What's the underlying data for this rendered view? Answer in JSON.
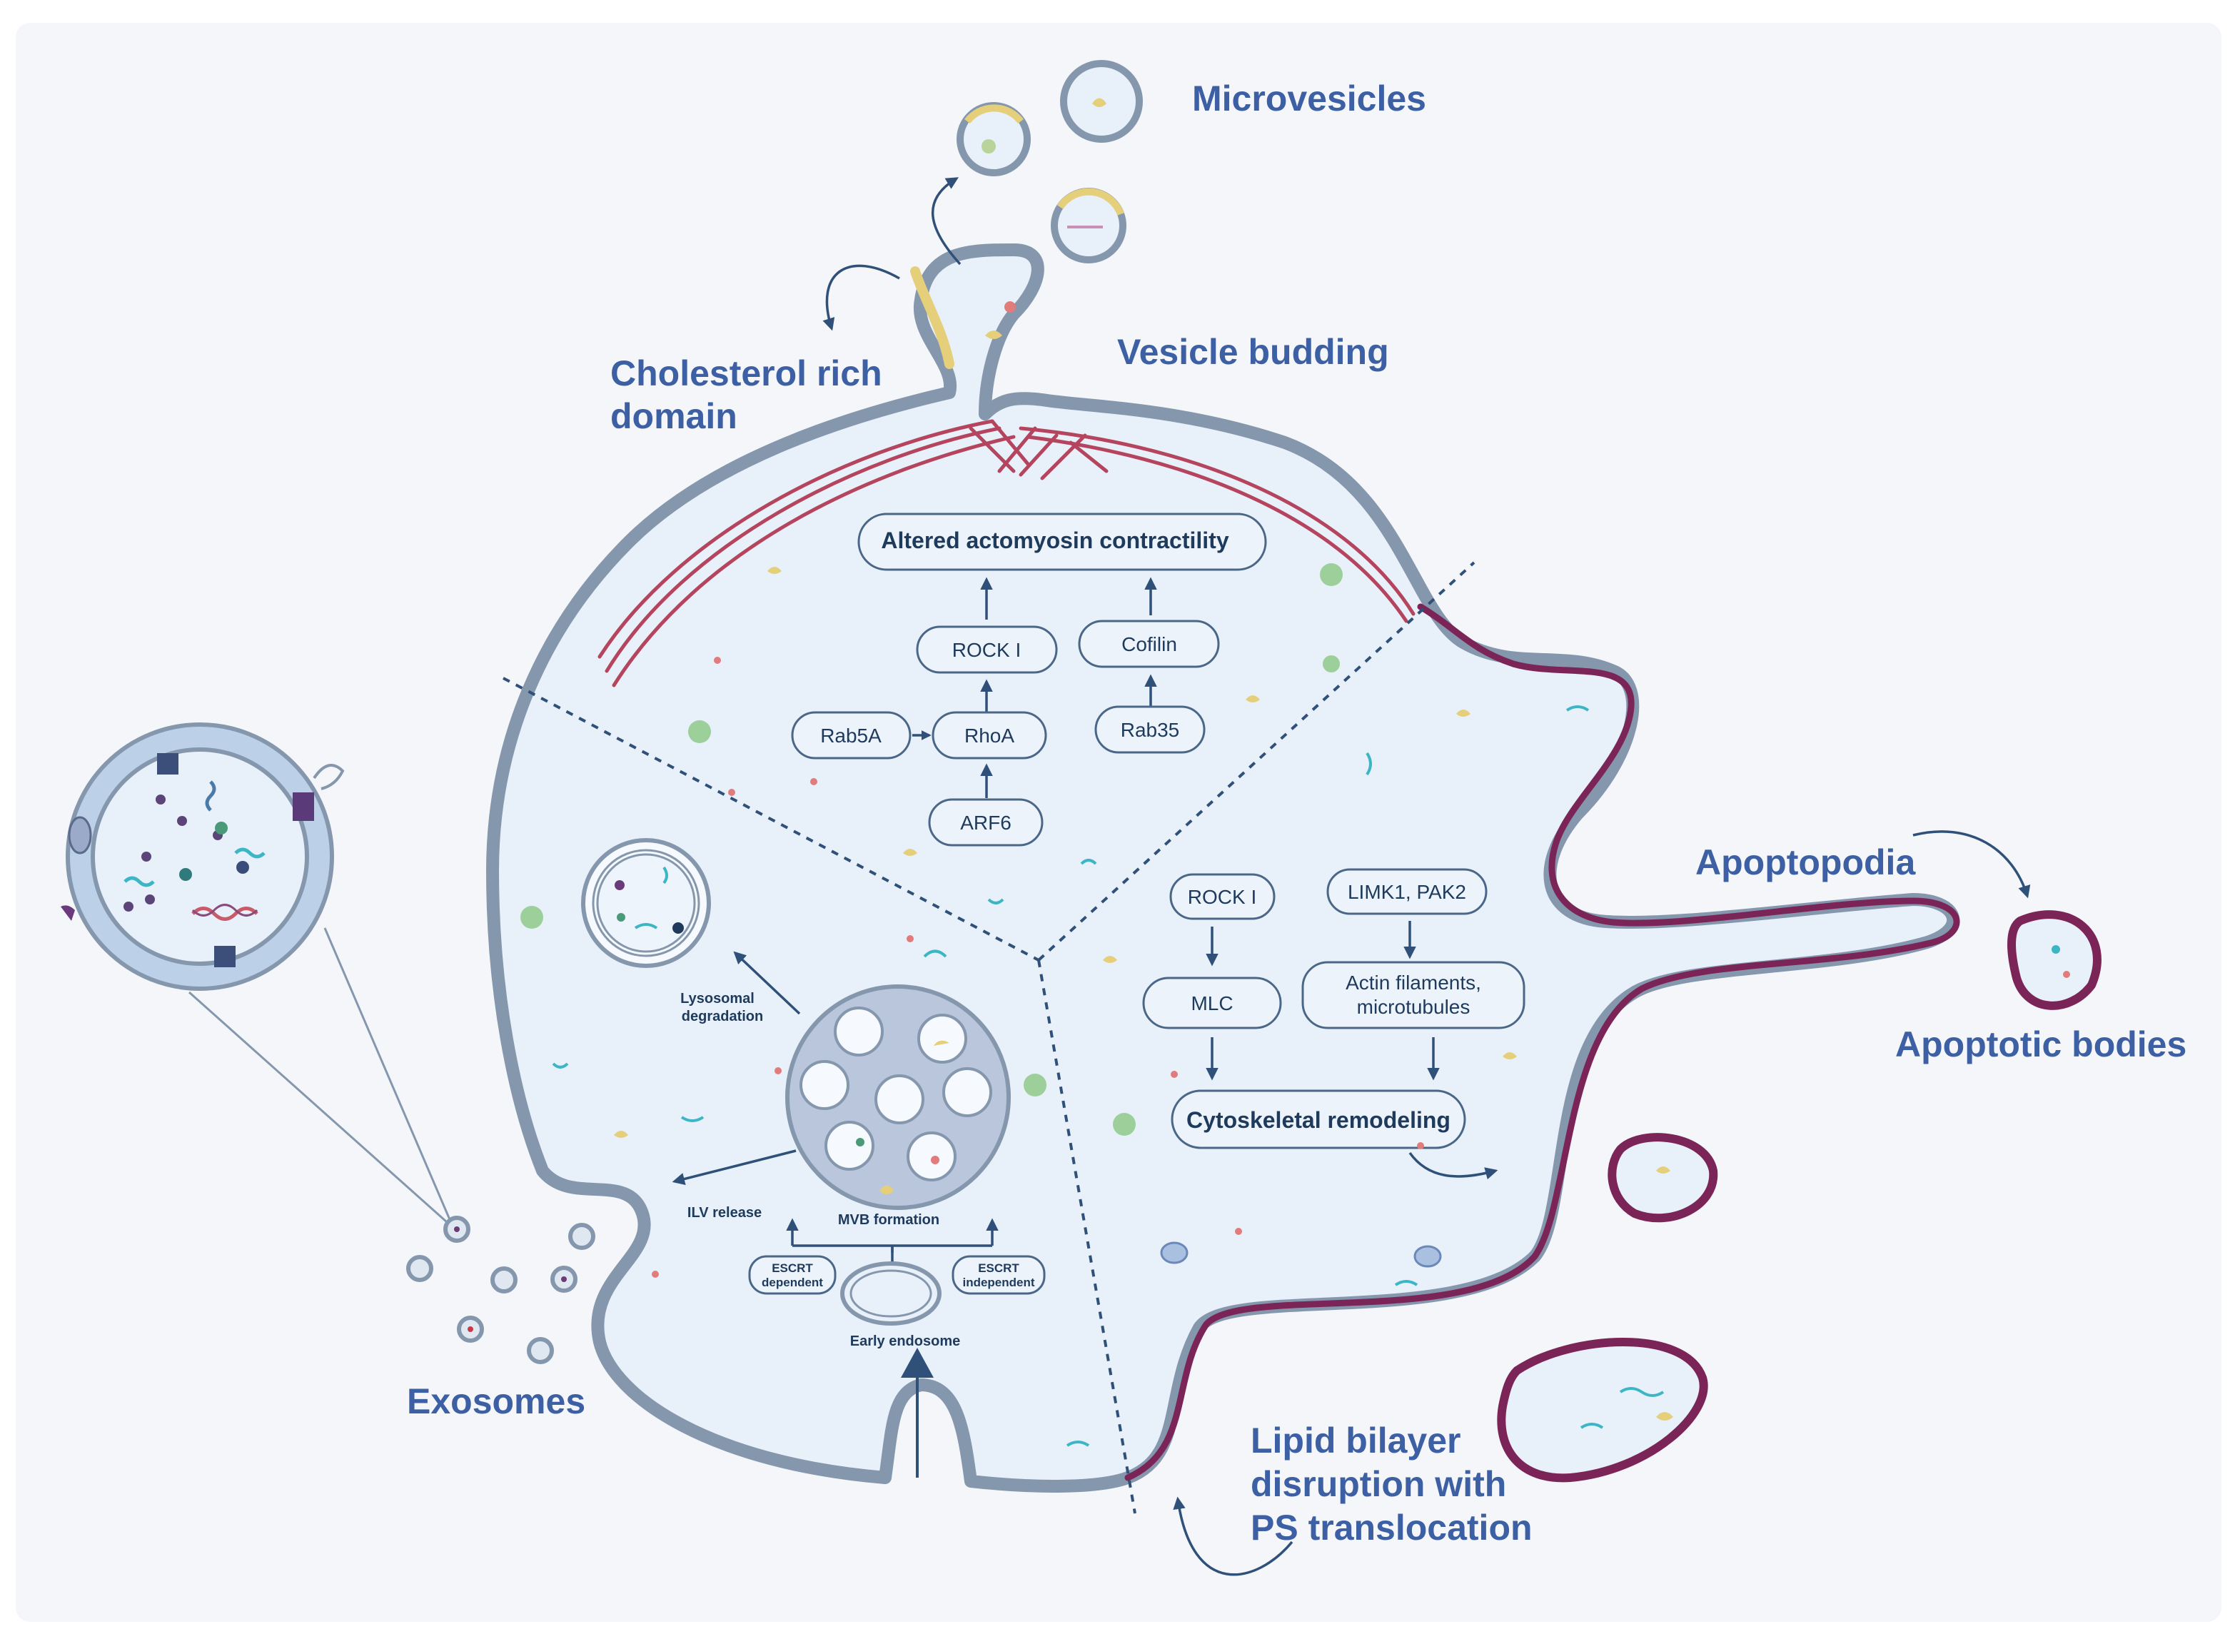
{
  "labels": {
    "microvesicles": "Microvesicles",
    "vesicle_budding": "Vesicle budding",
    "cholesterol_line1": "Cholesterol rich",
    "cholesterol_line2": "domain",
    "apoptopodia": "Apoptopodia",
    "apoptotic_bodies": "Apoptotic bodies",
    "exosomes": "Exosomes",
    "lipid_line1": "Lipid bilayer",
    "lipid_line2": "disruption with",
    "lipid_line3": "PS translocation"
  },
  "microvesicle_pathway": {
    "actomyosin": "Altered actomyosin contractility",
    "rock1": "ROCK I",
    "cofilin": "Cofilin",
    "rab5a": "Rab5A",
    "rhoa": "RhoA",
    "rab35": "Rab35",
    "arf6": "ARF6"
  },
  "apoptotic_pathway": {
    "rock1": "ROCK I",
    "limk_pak": "LIMK1, PAK2",
    "mlc": "MLC",
    "actin_line1": "Actin filaments,",
    "actin_line2": "microtubules",
    "cytoskeletal": "Cytoskeletal remodeling"
  },
  "exosome_pathway": {
    "lysosomal_line1": "Lysosomal",
    "lysosomal_line2": "degradation",
    "ilv_release": "ILV release",
    "mvb_formation": "MVB formation",
    "escrt_dep_line1": "ESCRT",
    "escrt_dep_line2": "dependent",
    "escrt_indep_line1": "ESCRT",
    "escrt_indep_line2": "independent",
    "early_endosome": "Early endosome"
  },
  "colors": {
    "background": "#f4f6fa",
    "cell_fill": "#e8f0f9",
    "membrane": "#8597ad",
    "apoptotic_membrane": "#7b2457",
    "label_blue": "#3d5fa3",
    "box_text": "#1e3a5c",
    "actin": "#b5455e",
    "cholesterol": "#e6cf7a"
  }
}
